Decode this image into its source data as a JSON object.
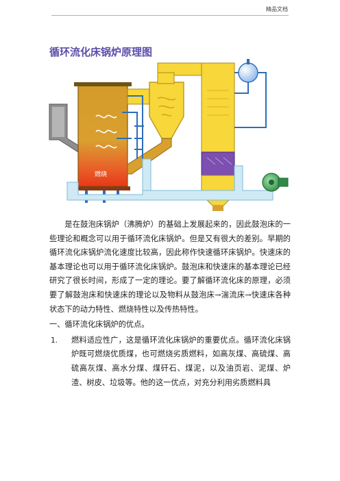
{
  "header": {
    "tag": "精品文档"
  },
  "figure": {
    "title": "循环流化床锅炉原理图",
    "colors": {
      "title": "#5a4ea8",
      "furnace_top": "#d49a2a",
      "furnace_bottom": "#e83818",
      "steel_blue": "#2d6db8",
      "air_duct": "#cfeaf5",
      "gas_duct": "#f7d73a",
      "purple_section": "#7c4fb0",
      "gray_hopper": "#8e8e8e"
    },
    "furnace_label": "燃烧"
  },
  "body": {
    "paragraph": "是在鼓泡床锅炉（沸腾炉）的基础上发展起来的，因此鼓泡床的一些理论和概念可以用于循环流化床锅炉。但是又有很大的差别。早期的循环流化床锅炉流化速度比较高，因此称作快速循环床锅炉。快速床的基本理论也可以用于循环流化床锅炉。鼓泡床和快速床的基本理论已经研究了很长时间，形成了一定的理论。要了解循环流化床的原理，必须要了解鼓泡床和快速床的理论以及物料从鼓泡床→湍流床→快速床各种状态下的动力特性、燃烧特性以及传热特性。",
    "section_heading": "一、循环流化床锅炉的优点。",
    "items": [
      {
        "number": "1.",
        "text": "燃料适应性广，这是循环流化床锅炉的重要优点。循环流化床锅炉既可燃烧优质煤，也可燃烧劣质燃料，如高灰煤、高硫煤、高硫高灰煤、高水分煤、煤矸石、煤泥，以及油页岩、泥煤、炉渣、树皮、垃圾等。他的这一优点，对充分利用劣质燃料具"
      }
    ]
  }
}
